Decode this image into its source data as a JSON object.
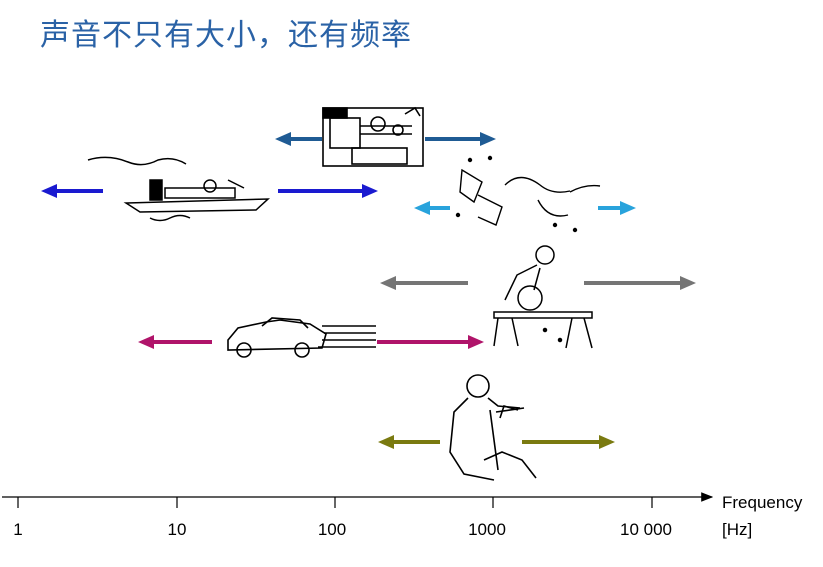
{
  "title": "声音不只有大小，还有频率",
  "axis": {
    "label": "Frequency",
    "unit": "[Hz]",
    "ticks": [
      "1",
      "10",
      "100",
      "1000",
      "10 000"
    ]
  },
  "sources": [
    {
      "icon": "lathe-machine-icon",
      "range_hz": [
        40,
        1000
      ],
      "color": "#1f5b94"
    },
    {
      "icon": "steamship-icon",
      "range_hz": [
        1.1,
        200
      ],
      "color": "#1a1ad0"
    },
    {
      "icon": "spray-hissing-icon",
      "range_hz": [
        200,
        10000
      ],
      "color": "#29a3dc"
    },
    {
      "icon": "circular-saw-worker-icon",
      "range_hz": [
        200,
        20000
      ],
      "color": "#757575"
    },
    {
      "icon": "car-icon",
      "range_hz": [
        8,
        1000
      ],
      "color": "#b0146a"
    },
    {
      "icon": "violinist-icon",
      "range_hz": [
        200,
        8000
      ],
      "color": "#7a7a10"
    }
  ]
}
